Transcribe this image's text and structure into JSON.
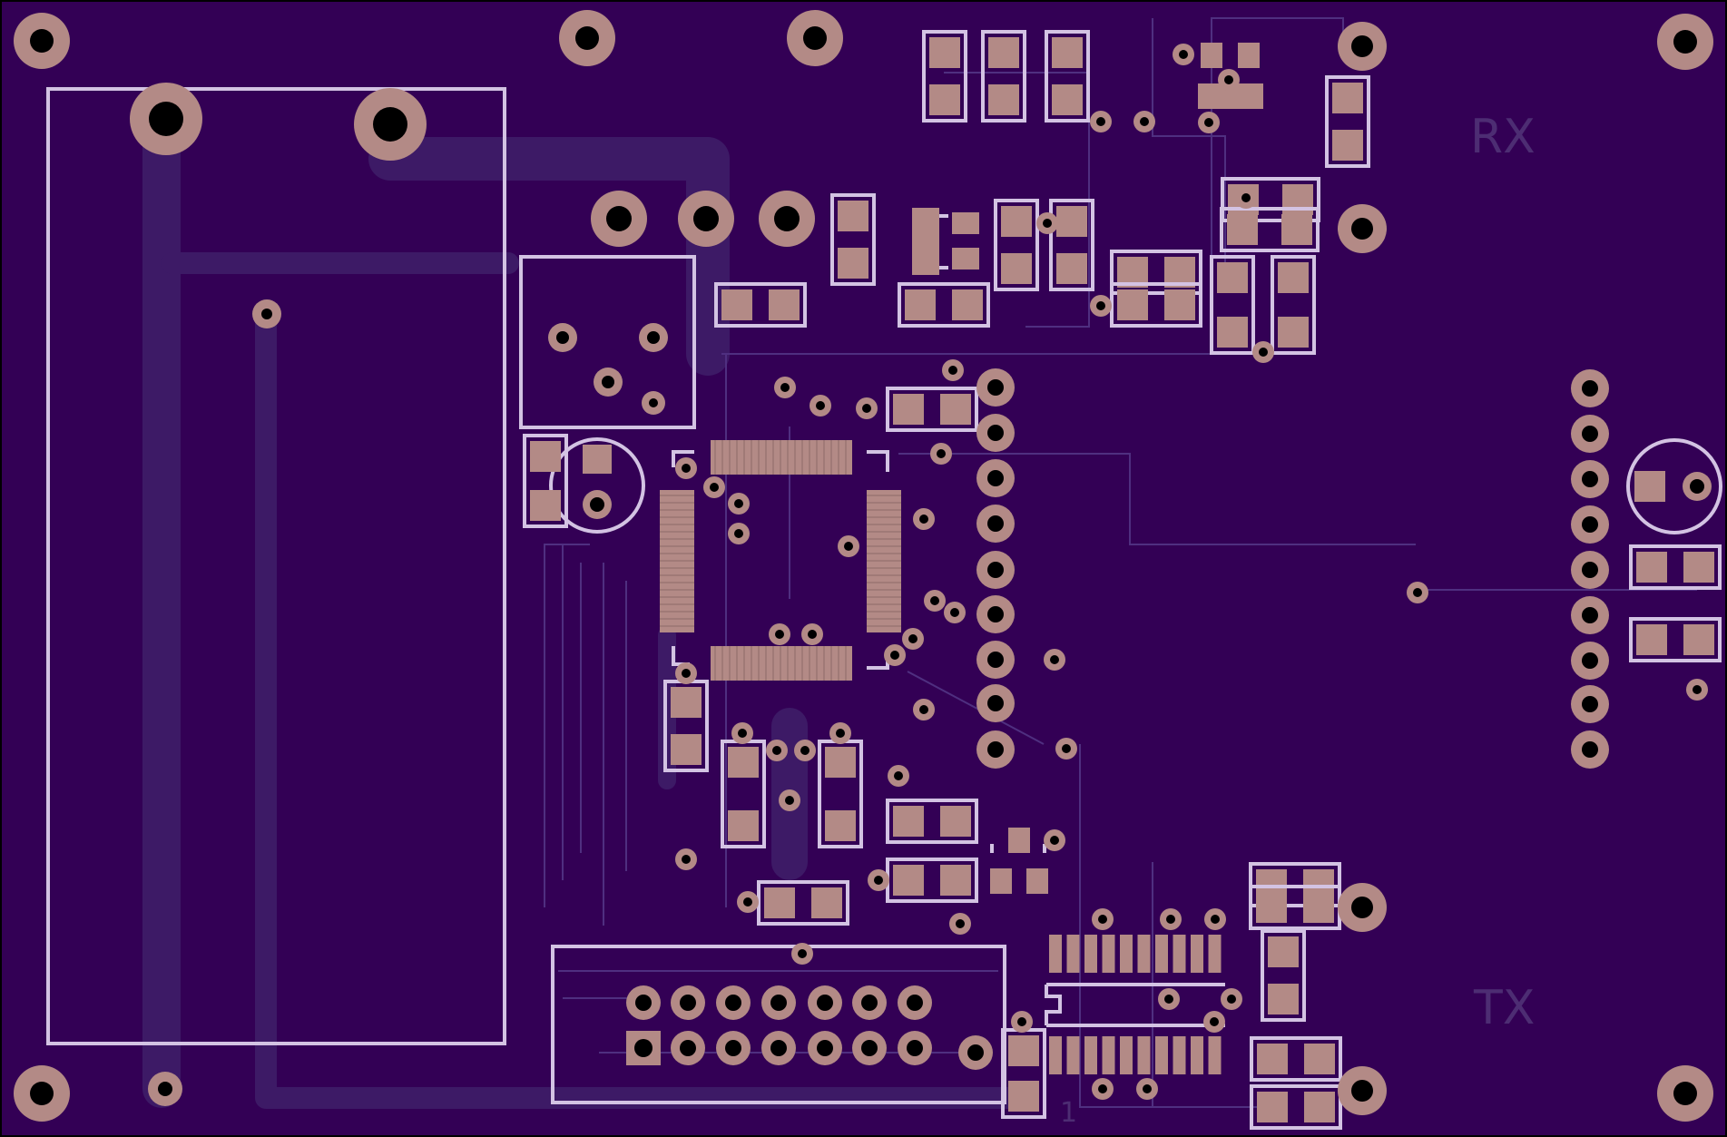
{
  "view": "pcb-board-render",
  "colors": {
    "board": "#330055",
    "edge": "#000000",
    "copper": "#b38a86",
    "hole": "#000000",
    "silkscreen": "#d3c3e3",
    "trace": "#5a3a85",
    "pour": "#3d1a66"
  },
  "labels": {
    "rx": "RX",
    "tx": "TX",
    "pin_one": "1"
  },
  "icons": {
    "mounting_hole": "circle-icon",
    "via": "via-dot"
  }
}
